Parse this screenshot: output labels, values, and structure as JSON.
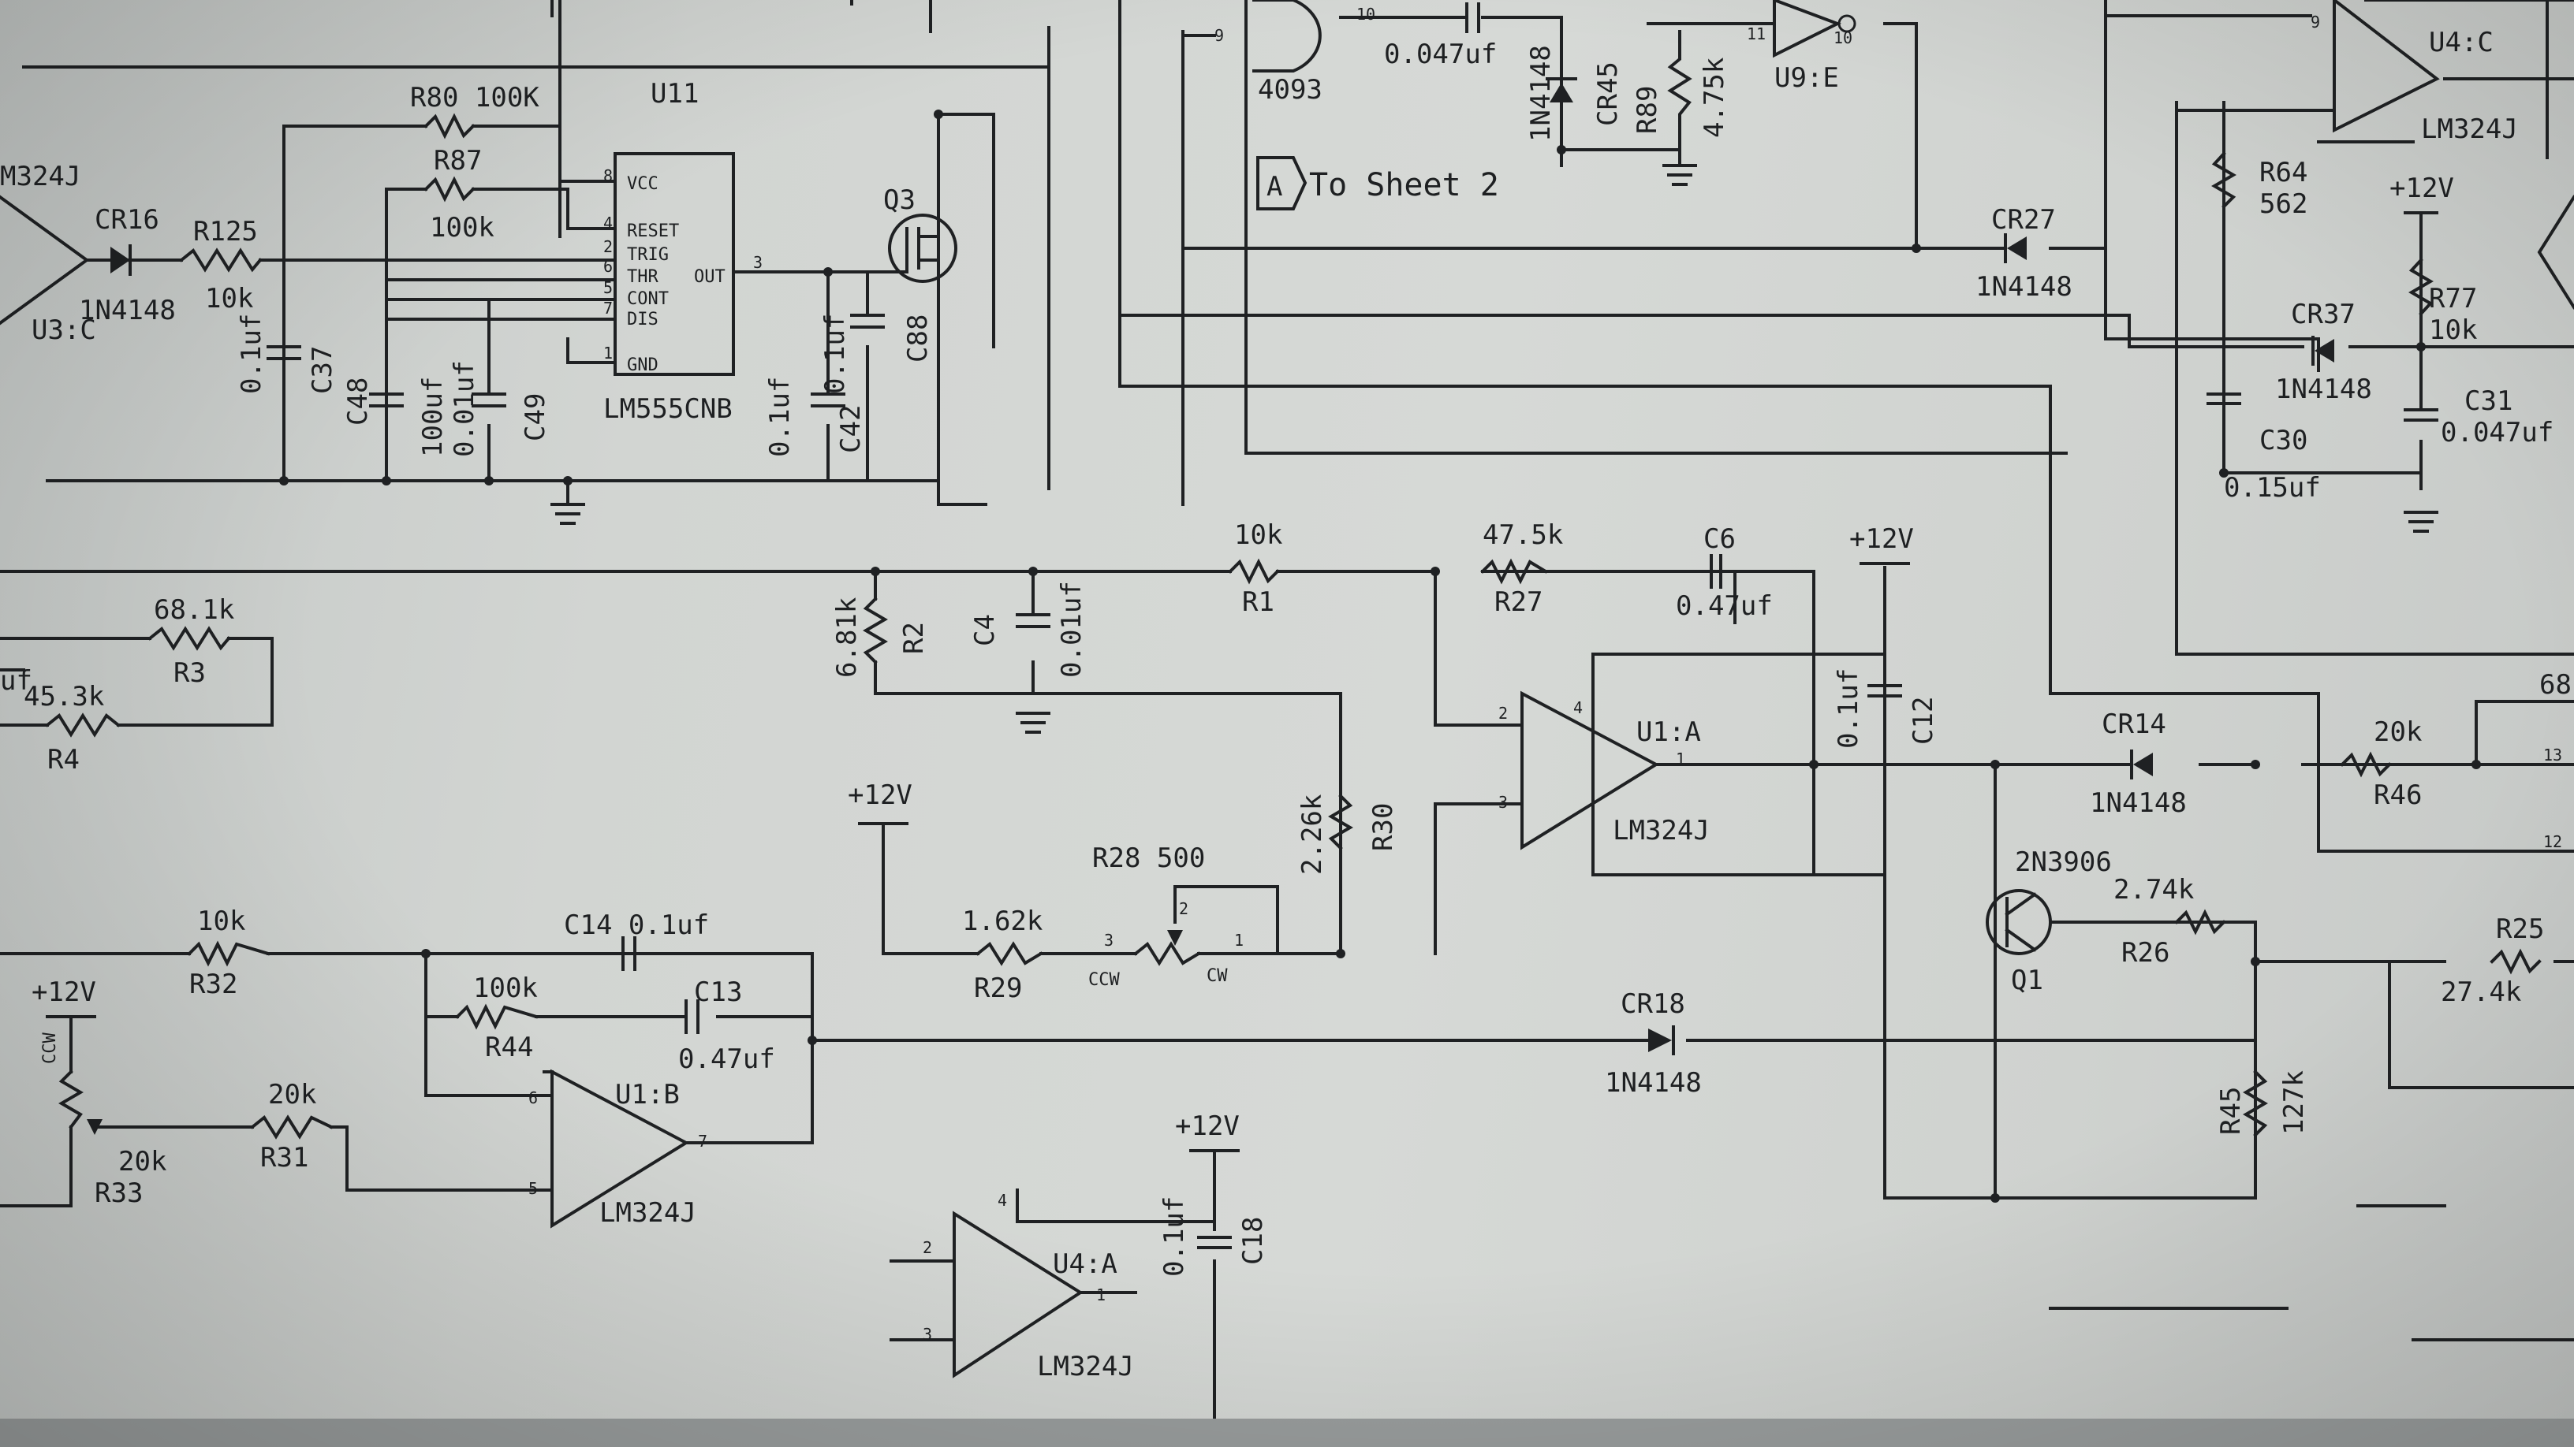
{
  "sheet": {
    "link_badge": "A",
    "link_text": "To Sheet 2"
  },
  "labels": {
    "u3c_part": "M324J",
    "u3c_ref": "U3:C",
    "cr16": "CR16",
    "cr16_part": "1N4148",
    "r125": "R125",
    "r125_val": "10k",
    "r80": "R80 100K",
    "r87": "R87",
    "r87_val": "100k",
    "u11": "U11",
    "u11_part": "LM555CNB",
    "u11_vcc": "VCC",
    "u11_reset": "RESET",
    "u11_trig": "TRIG",
    "u11_thr": "THR",
    "u11_cont": "CONT",
    "u11_dis": "DIS",
    "u11_gnd": "GND",
    "u11_out": "OUT",
    "c37_val": "0.1uf",
    "c37": "C37",
    "c48": "C48",
    "c48_val": "100uf",
    "c49_val": "0.01uf",
    "c49": "C49",
    "c42_val": "0.1uf",
    "c42": "C42",
    "c88_val": "0.1uf",
    "c88": "C88",
    "q3": "Q3",
    "gate_4093": "4093",
    "c_0047": "0.047uf",
    "cr45_part": "1N4148",
    "cr45": "CR45",
    "r89": "R89",
    "r89_val": "4.75k",
    "u9e": "U9:E",
    "cr27": "CR27",
    "cr27_part": "1N4148",
    "u4c": "U4:C",
    "u4c_part": "LM324J",
    "r64": "R64",
    "r64_val": "562",
    "p12v_a": "+12V",
    "r77": "R77",
    "r77_val": "10k",
    "cr37": "CR37",
    "cr37_part": "1N4148",
    "c31": "C31",
    "c31_val": "0.047uf",
    "c30": "C30",
    "c30_val": "0.15uf",
    "r3_val": "68.1k",
    "r3": "R3",
    "r4_val": "45.3k",
    "r4": "R4",
    "uf_frag": "uf",
    "r2_val": "6.81k",
    "r2": "R2",
    "c4": "C4",
    "c4_val": "0.01uf",
    "r1_val": "10k",
    "r1": "R1",
    "r27_val": "47.5k",
    "r27": "R27",
    "c6": "C6",
    "c6_val": "0.47uf",
    "p12v_b": "+12V",
    "c12_val": "0.1uf",
    "c12": "C12",
    "u1a": "U1:A",
    "u1a_part": "LM324J",
    "r30_val": "2.26k",
    "r30": "R30",
    "p12v_c": "+12V",
    "r28": "R28 500",
    "r29_val": "1.62k",
    "r29": "R29",
    "ccw": "CCW",
    "cw": "CW",
    "cr14": "CR14",
    "cr14_part": "1N4148",
    "r46_val": "20k",
    "r46": "R46",
    "q1_part": "2N3906",
    "q1": "Q1",
    "r26_val": "2.74k",
    "r26": "R26",
    "r25": "R25",
    "r25_val": "27.4k",
    "frag_68": "68",
    "r45": "R45",
    "r45_val": "127k",
    "cr18": "CR18",
    "cr18_part": "1N4148",
    "r32_val": "10k",
    "r32": "R32",
    "c14": "C14 0.1uf",
    "r44_val": "100k",
    "r44": "R44",
    "c13": "C13",
    "c13_val": "0.47uf",
    "u1b": "U1:B",
    "u1b_part": "LM324J",
    "p12v_d": "+12V",
    "ccw_small": "CCW",
    "r33_val": "20k",
    "r33": "R33",
    "r31_val": "20k",
    "r31": "R31",
    "u4a": "U4:A",
    "u4a_part": "LM324J",
    "p12v_e": "+12V",
    "c18_val": "0.1uf",
    "c18": "C18"
  },
  "pins": {
    "p8": "8",
    "p4": "4",
    "p2": "2",
    "p6": "6",
    "p5": "5",
    "p7": "7",
    "p1": "1",
    "p3": "3",
    "p9": "9",
    "p10": "10",
    "p11": "11",
    "p13": "13",
    "p12": "12"
  }
}
